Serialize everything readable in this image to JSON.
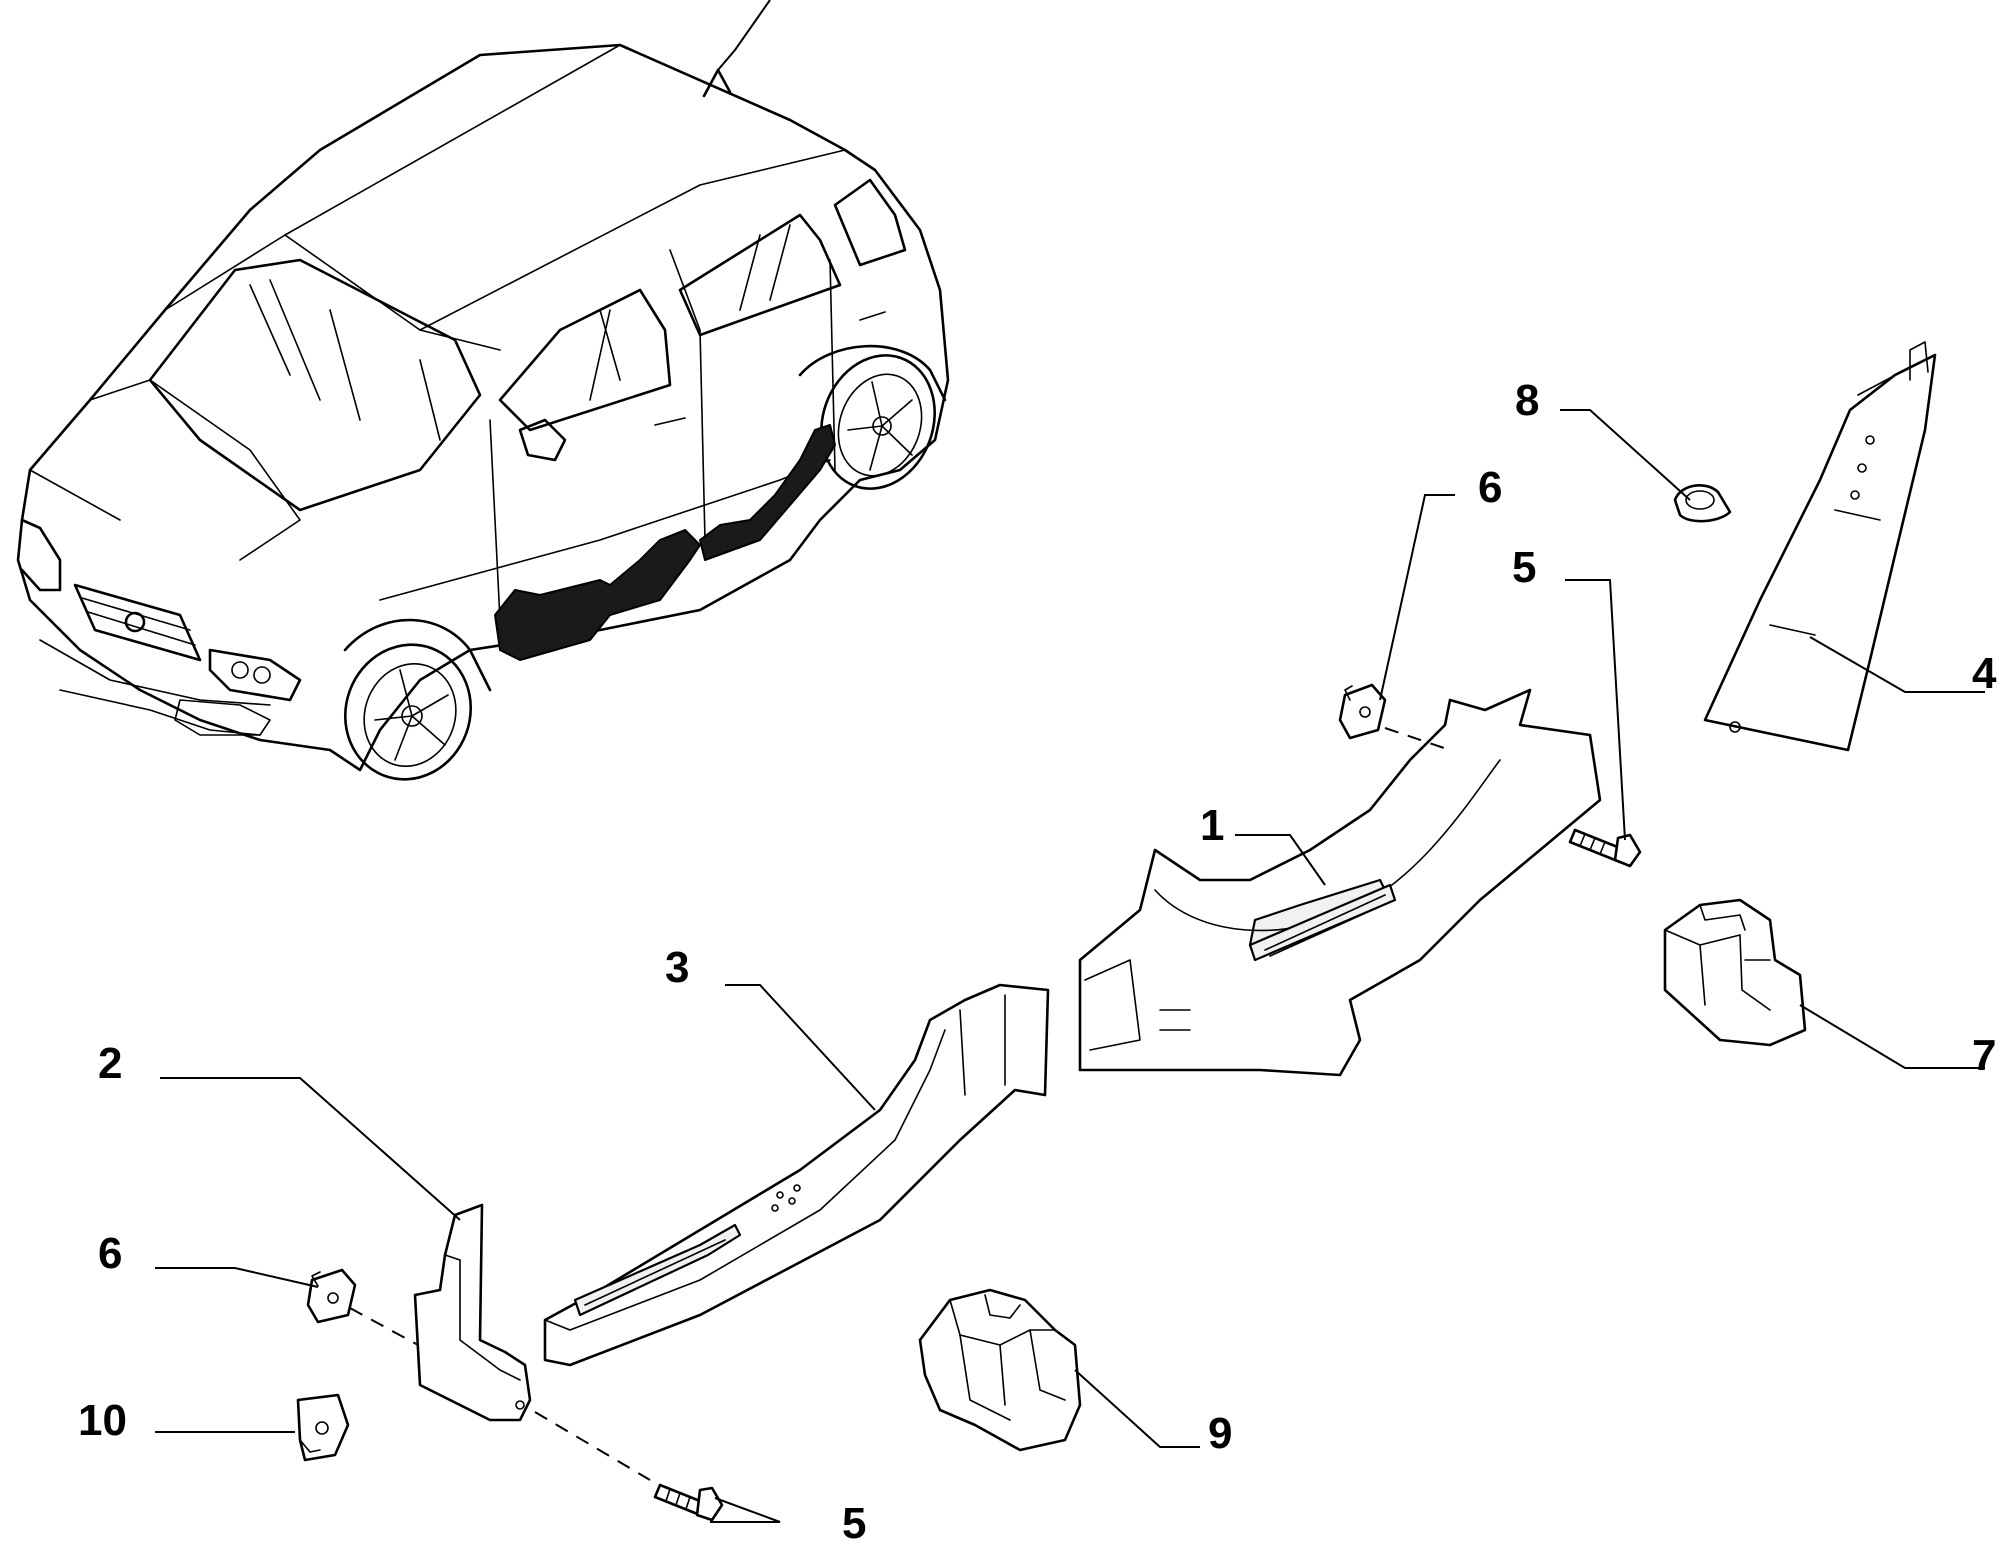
{
  "callouts": {
    "c1": "1",
    "c2": "2",
    "c3": "3",
    "c4": "4",
    "c5_top": "5",
    "c5_bottom": "5",
    "c6_top": "6",
    "c6_bottom": "6",
    "c7": "7",
    "c8": "8",
    "c9": "9",
    "c10": "10"
  }
}
